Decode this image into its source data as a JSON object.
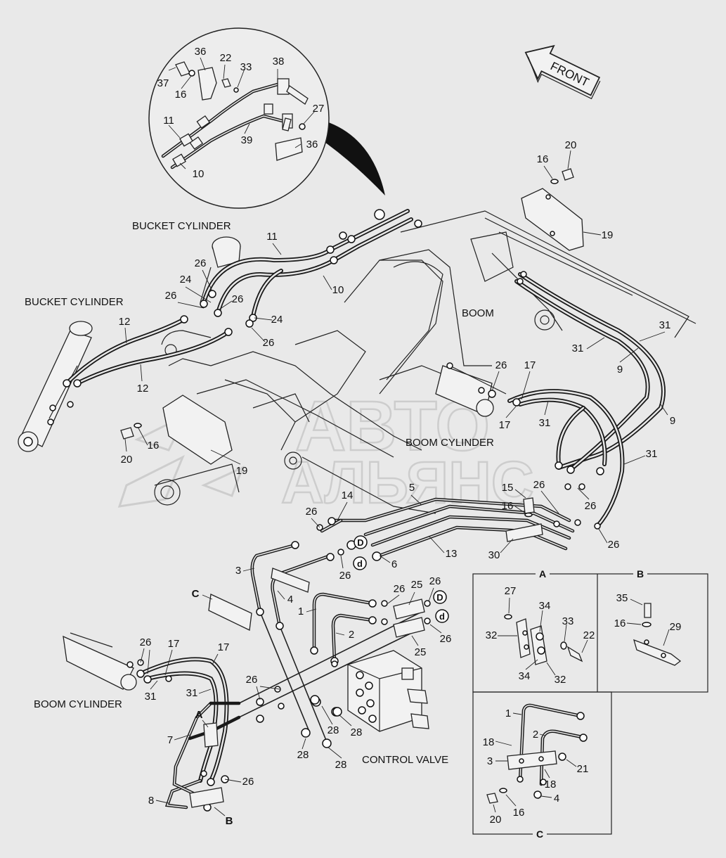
{
  "arrow": {
    "label": "FRONT"
  },
  "labels": {
    "bucket_cylinder_top": "BUCKET CYLINDER",
    "bucket_cylinder_left": "BUCKET CYLINDER",
    "boom": "BOOM",
    "boom_cylinder_right": "BOOM CYLINDER",
    "boom_cylinder_left": "BOOM CYLINDER",
    "control_valve": "CONTROL VALVE"
  },
  "detail_views": {
    "a": {
      "title": "A"
    },
    "b": {
      "title": "B"
    },
    "c": {
      "title": "C"
    }
  },
  "watermark": {
    "line1": "АВТО",
    "line2": "АЛЬЯНС"
  },
  "callouts": {
    "zoom": [
      "36",
      "37",
      "16",
      "22",
      "33",
      "38",
      "27",
      "11",
      "39",
      "36",
      "10"
    ],
    "main": [
      "20",
      "16",
      "19",
      "11",
      "10",
      "26",
      "24",
      "26",
      "26",
      "24",
      "26",
      "12",
      "12",
      "16",
      "20",
      "19",
      "26",
      "17",
      "17",
      "31",
      "31",
      "31",
      "9",
      "9",
      "31",
      "5",
      "14",
      "26",
      "15",
      "16",
      "26",
      "26",
      "13",
      "30",
      "26",
      "3",
      "6",
      "26",
      "4",
      "1",
      "2",
      "26",
      "25",
      "26",
      "25",
      "26",
      "26",
      "17",
      "31",
      "17",
      "31",
      "26",
      "28",
      "28",
      "28",
      "28",
      "7",
      "8",
      "26"
    ],
    "markers": [
      "D",
      "d",
      "D",
      "d",
      "C",
      "A",
      "B"
    ],
    "detail_a": [
      "27",
      "34",
      "33",
      "32",
      "22",
      "34",
      "32"
    ],
    "detail_b": [
      "35",
      "16",
      "29"
    ],
    "detail_c": [
      "1",
      "2",
      "18",
      "3",
      "21",
      "18",
      "4",
      "20",
      "16"
    ]
  },
  "colors": {
    "background": "#e9e9e9",
    "line": "#1a1a1a",
    "watermark": "#c9c9c9"
  }
}
